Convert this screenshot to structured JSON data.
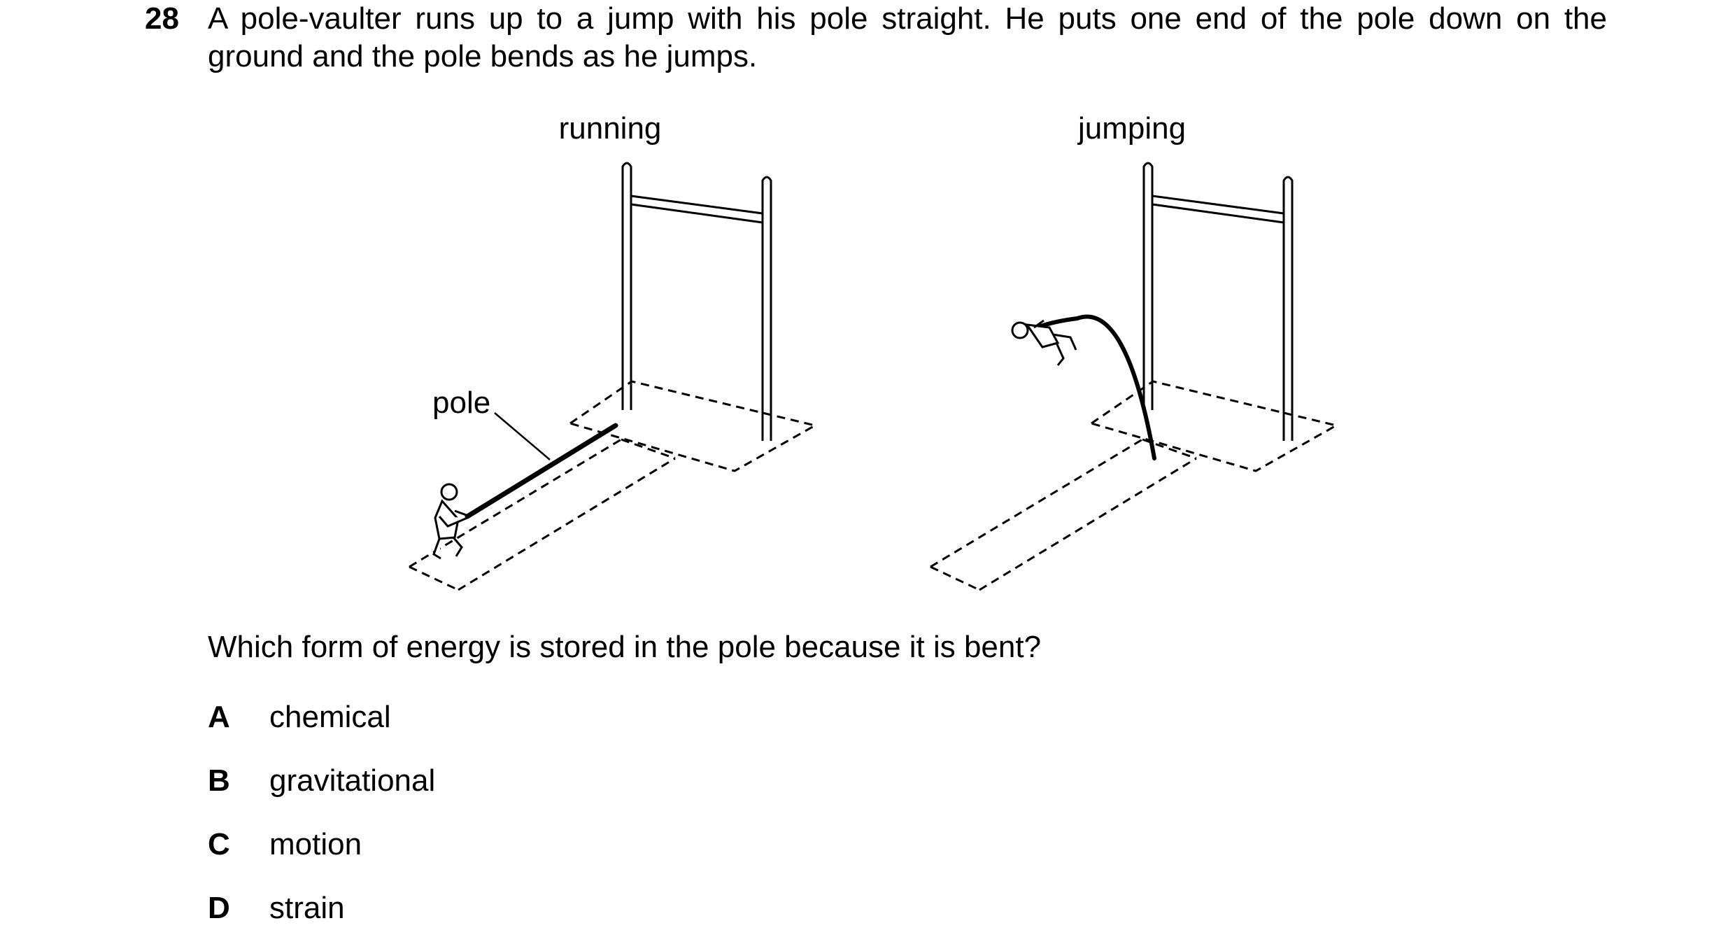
{
  "question": {
    "number": "28",
    "stem_line1": "A pole-vaulter runs up to a jump with his pole straight. He puts one end of the pole down on the",
    "stem_line2": "ground and the pole bends as he jumps.",
    "prompt": "Which form of energy is stored in the pole because it is bent?"
  },
  "diagram": {
    "left_caption": "running",
    "right_caption": "jumping",
    "pole_label": "pole"
  },
  "options": [
    {
      "letter": "A",
      "text": "chemical"
    },
    {
      "letter": "B",
      "text": "gravitational"
    },
    {
      "letter": "C",
      "text": "motion"
    },
    {
      "letter": "D",
      "text": "strain"
    }
  ]
}
